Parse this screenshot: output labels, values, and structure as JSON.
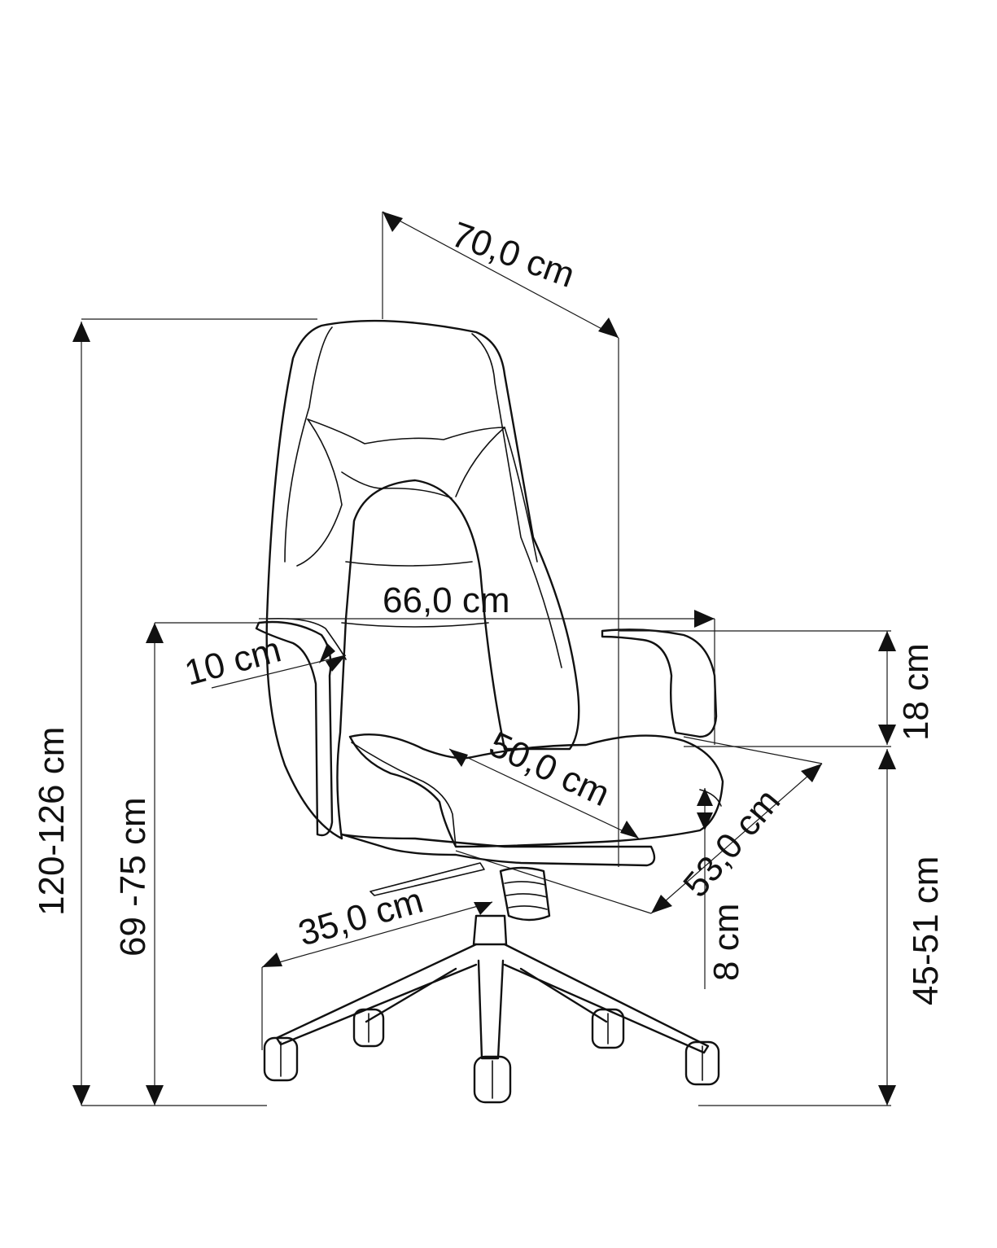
{
  "diagram": {
    "labels": {
      "depth_top": "70,0 cm",
      "width_arms": "66,0 cm",
      "armrest_width": "10 cm",
      "armrest_height": "18 cm",
      "total_height": "120-126 cm",
      "arm_floor_height": "69 -75 cm",
      "seat_depth": "50,0 cm",
      "seat_width": "53,0 cm",
      "base_radius": "35,0 cm",
      "seat_thickness": "8 cm",
      "seat_height": "45-51 cm"
    },
    "colors": {
      "line": "#111111",
      "background": "#ffffff"
    }
  }
}
